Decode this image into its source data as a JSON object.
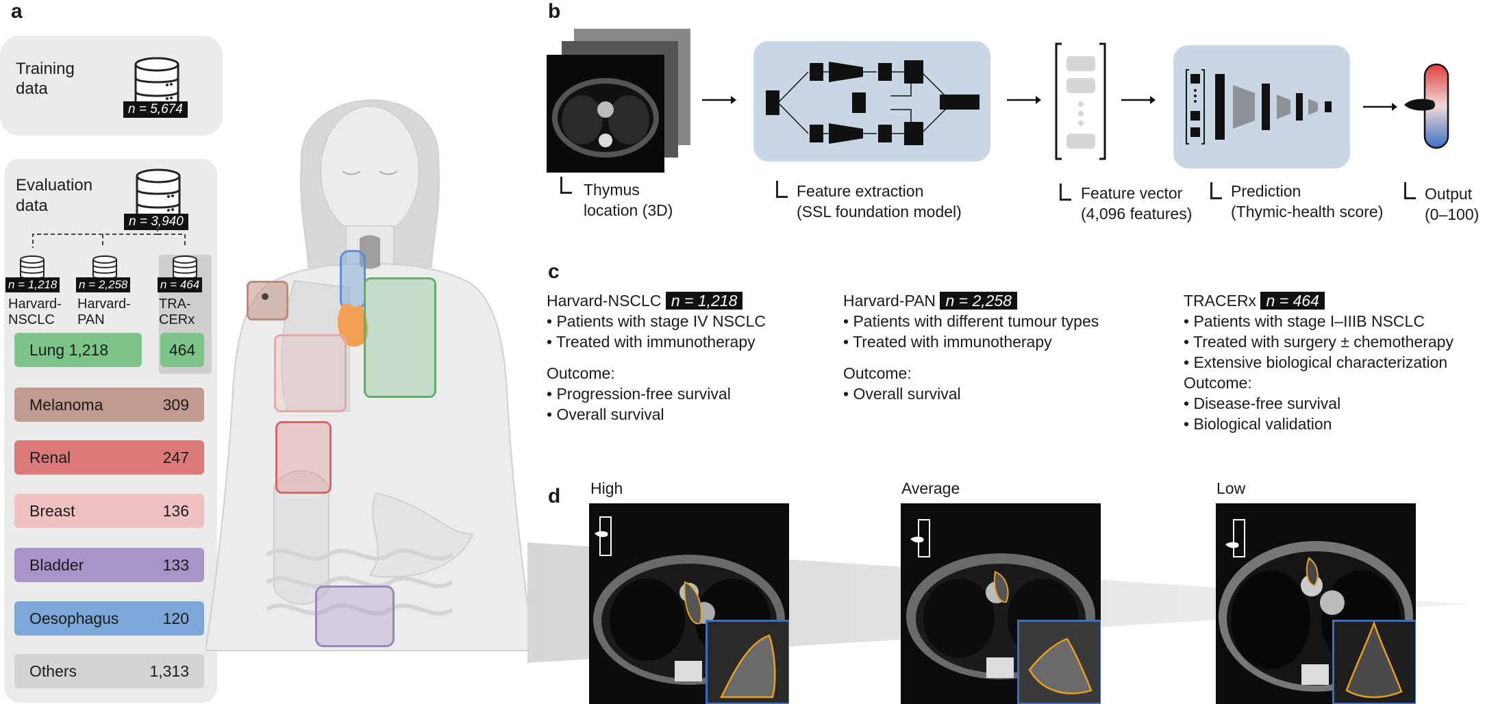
{
  "panels": {
    "a": "a",
    "b": "b",
    "c": "c",
    "d": "d"
  },
  "panel_a": {
    "training": {
      "label_line1": "Training",
      "label_line2": "data",
      "n": "n = 5,674"
    },
    "evaluation": {
      "label_line1": "Evaluation",
      "label_line2": "data",
      "n": "n = 3,940"
    },
    "cohorts": [
      {
        "n": "n = 1,218",
        "line1": "Harvard-",
        "line2": "NSCLC"
      },
      {
        "n": "n = 2,258",
        "line1": "Harvard-",
        "line2": "PAN"
      },
      {
        "n": "n = 464",
        "line1": "TRA-",
        "line2": "CERx"
      }
    ],
    "cancers": [
      {
        "name": "Lung",
        "value": "1,218",
        "color": "#7cc488",
        "organ_color": "#7cc488"
      },
      {
        "name": "Melanoma",
        "value": "309",
        "color": "#c39a90",
        "organ_color": "#c39a90"
      },
      {
        "name": "Renal",
        "value": "247",
        "color": "#db7a78",
        "organ_color": "#db7a78"
      },
      {
        "name": "Breast",
        "value": "136",
        "color": "#efc1c1",
        "organ_color": "#efc1c1"
      },
      {
        "name": "Bladder",
        "value": "133",
        "color": "#a894c8",
        "organ_color": "#a894c8"
      },
      {
        "name": "Oesophagus",
        "value": "120",
        "color": "#7ba7d9",
        "organ_color": "#7ba7d9"
      },
      {
        "name": "Others",
        "value": "1,313",
        "color": "#d4d4d4",
        "organ_color": "#d4d4d4"
      }
    ],
    "tracerx_lung": "464",
    "thymus_color": "#f0a050"
  },
  "panel_b": {
    "steps": [
      {
        "line1": "Thymus",
        "line2": "location (3D)"
      },
      {
        "line1": "Feature extraction",
        "line2": "(SSL foundation model)"
      },
      {
        "line1": "Feature vector",
        "line2": "(4,096 features)"
      },
      {
        "line1": "Prediction",
        "line2": "(Thymic-health score)"
      },
      {
        "line1": "Output",
        "line2": "(0–100)"
      }
    ]
  },
  "panel_c": {
    "cohorts": [
      {
        "name": "Harvard-NSCLC",
        "n": "n = 1,218",
        "bullets": [
          "Patients with stage IV NSCLC",
          "Treated with immunotherapy"
        ],
        "outcome_label": "Outcome:",
        "outcomes": [
          "Progression-free survival",
          "Overall survival"
        ]
      },
      {
        "name": "Harvard-PAN",
        "n": "n = 2,258",
        "bullets": [
          "Patients with different tumour types",
          "Treated with immunotherapy"
        ],
        "outcome_label": "Outcome:",
        "outcomes": [
          "Overall survival"
        ]
      },
      {
        "name": "TRACERx",
        "n": "n = 464",
        "bullets": [
          "Patients with stage I–IIIB NSCLC",
          "Treated with surgery ± chemotherapy",
          "Extensive biological characterization"
        ],
        "outcome_label": "Outcome:",
        "outcomes": [
          "Disease-free survival",
          "Biological validation"
        ]
      }
    ]
  },
  "panel_d": {
    "levels": [
      {
        "label": "High"
      },
      {
        "label": "Average"
      },
      {
        "label": "Low"
      }
    ],
    "inset_border_color": "#3b6fc4",
    "thymus_outline_color": "#e8a020"
  }
}
